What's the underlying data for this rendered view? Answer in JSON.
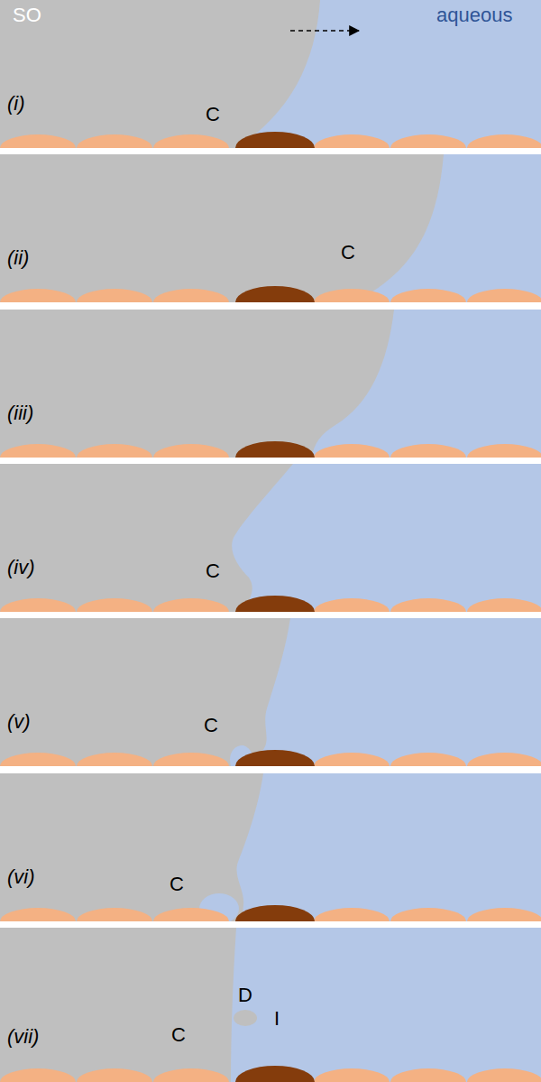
{
  "diagram": {
    "labels": [
      "SO",
      "aqueous",
      "(i)",
      "C",
      "(ii)",
      "C",
      "(iii)",
      "(iv)",
      "C",
      "(v)",
      "C",
      "(vi)",
      "C",
      "(vii)",
      "C",
      "D",
      "I"
    ]
  }
}
